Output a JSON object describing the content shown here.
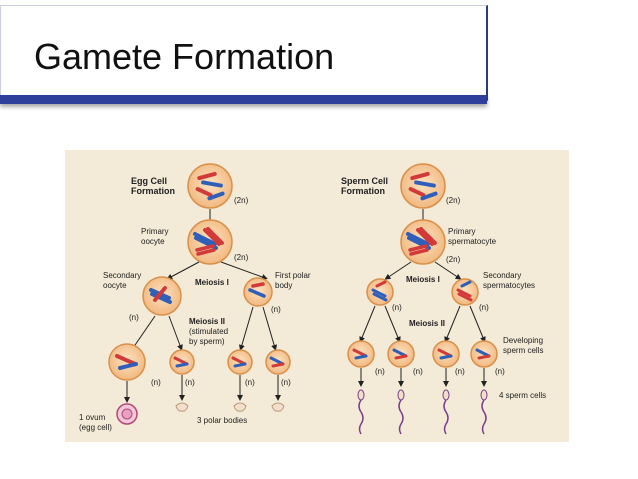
{
  "slide": {
    "title": "Gamete Formation"
  },
  "egg": {
    "heading_line1": "Egg Cell",
    "heading_line2": "Formation",
    "ploidy_2n": "(2n)",
    "primary_oocyte_line1": "Primary",
    "primary_oocyte_line2": "oocyte",
    "ploidy_primary": "(2n)",
    "meiosis1": "Meiosis I",
    "secondary_oocyte_line1": "Secondary",
    "secondary_oocyte_line2": "oocyte",
    "ploidy_secondary": "(n)",
    "first_polar_body_line1": "First polar",
    "first_polar_body_line2": "body",
    "ploidy_polar": "(n)",
    "meiosis2_line1": "Meiosis II",
    "meiosis2_line2": "(stimulated",
    "meiosis2_line3": "by sperm)",
    "ploidy_row": [
      "(n)",
      "(n)",
      "(n)",
      "(n)"
    ],
    "ovum_line1": "1 ovum",
    "ovum_line2": "(egg cell)",
    "polar_bodies": "3 polar bodies"
  },
  "sperm": {
    "heading_line1": "Sperm Cell",
    "heading_line2": "Formation",
    "ploidy_2n": "(2n)",
    "primary_line1": "Primary",
    "primary_line2": "spermatocyte",
    "ploidy_primary": "(2n)",
    "meiosis1": "Meiosis I",
    "secondary_line1": "Secondary",
    "secondary_line2": "spermatocytes",
    "ploidy_secondary_left": "(n)",
    "ploidy_secondary_right": "(n)",
    "meiosis2": "Meiosis II",
    "developing_line1": "Developing",
    "developing_line2": "sperm cells",
    "ploidy_row": [
      "(n)",
      "(n)",
      "(n)",
      "(n)"
    ],
    "four_sperm": "4 sperm cells"
  },
  "colors": {
    "cell_fill": "#f6c99a",
    "cell_border": "#d9904a",
    "chromosome_red": "#d23a3a",
    "chromosome_blue": "#2f5fb8",
    "sperm_tail": "#7a3f8a",
    "title_bar": "#2d3f9a"
  }
}
